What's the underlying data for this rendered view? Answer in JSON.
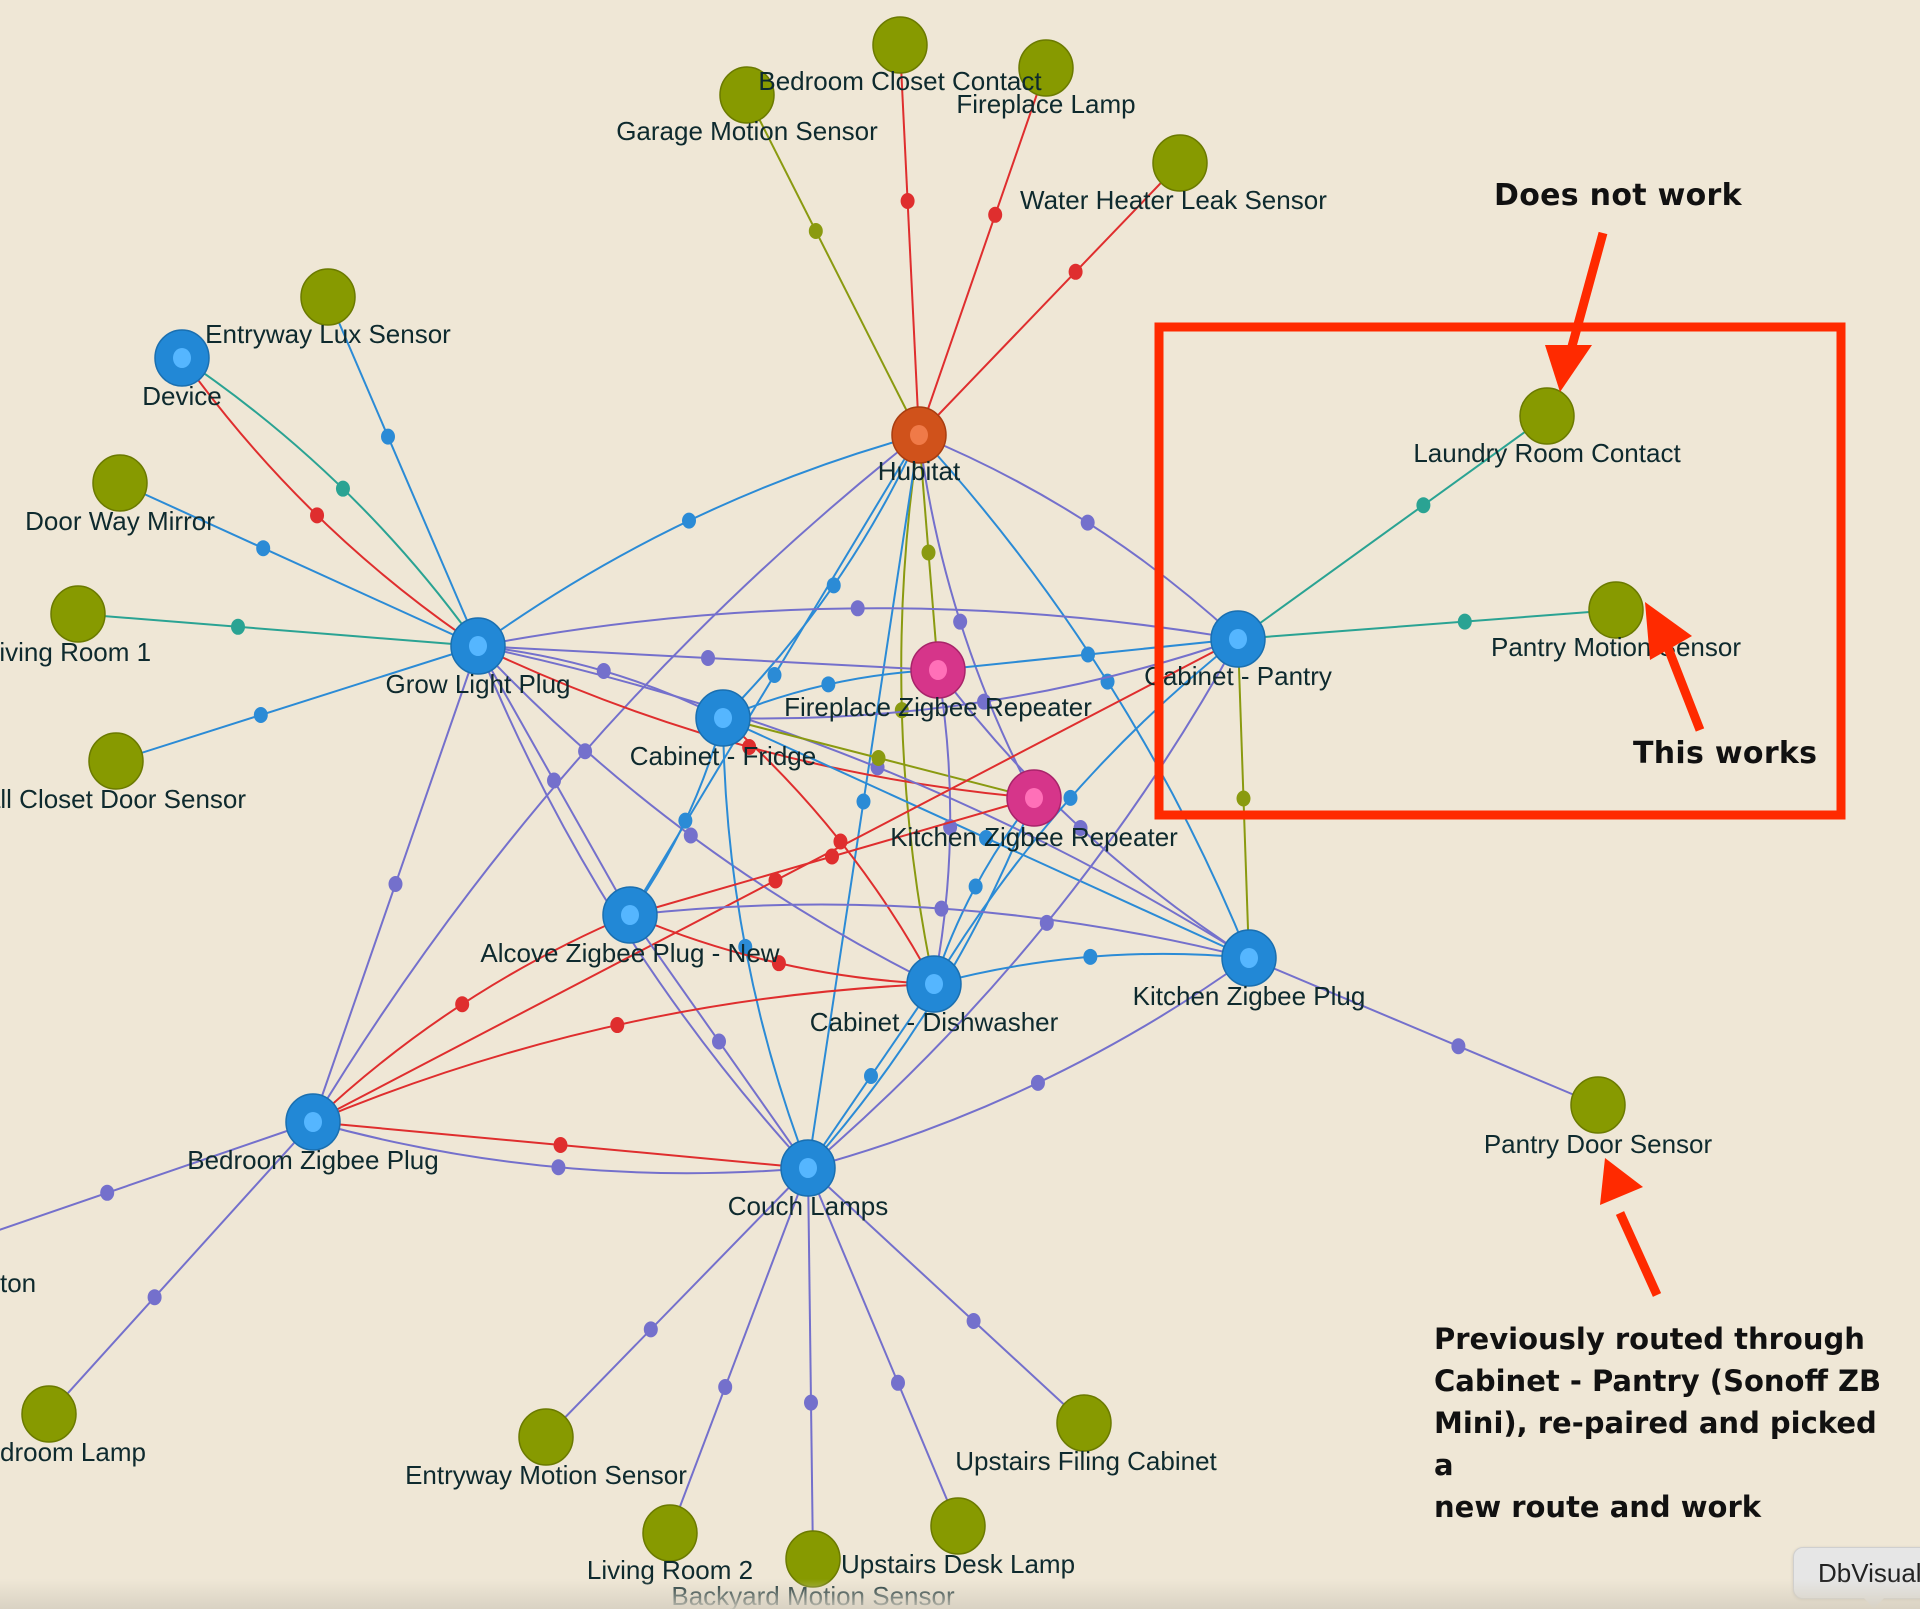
{
  "diagram": {
    "title": "Zigbee mesh route map",
    "colors": {
      "background": "#efe7d6",
      "hub": "#d0521b",
      "hub_inner": "#f07a48",
      "router": "#2288d6",
      "router_inner": "#55b6ff",
      "repeater": "#d6358a",
      "repeater_inner": "#ff70b8",
      "end_device": "#879a00",
      "edge_blue": "#2b8bd6",
      "edge_purple": "#7470cc",
      "edge_red": "#df2e2e",
      "edge_teal": "#2aa393",
      "edge_olive": "#8a9a10",
      "annotation": "#ff2a00"
    },
    "nodes": [
      {
        "id": "hubitat",
        "label": "Hubitat",
        "type": "hub"
      },
      {
        "id": "grow",
        "label": "Grow Light Plug",
        "type": "router"
      },
      {
        "id": "fridge",
        "label": "Cabinet - Fridge",
        "type": "router"
      },
      {
        "id": "fprep",
        "label": "Fireplace Zigbee Repeater",
        "type": "repeater"
      },
      {
        "id": "krep",
        "label": "Kitchen Zigbee Repeater",
        "type": "repeater"
      },
      {
        "id": "pantry",
        "label": "Cabinet - Pantry",
        "type": "router"
      },
      {
        "id": "alcove",
        "label": "Alcove Zigbee Plug - New",
        "type": "router"
      },
      {
        "id": "dish",
        "label": "Cabinet - Dishwasher",
        "type": "router"
      },
      {
        "id": "kplug",
        "label": "Kitchen Zigbee Plug",
        "type": "router"
      },
      {
        "id": "bedplug",
        "label": "Bedroom Zigbee Plug",
        "type": "router"
      },
      {
        "id": "couch",
        "label": "Couch Lamps",
        "type": "router"
      },
      {
        "id": "device",
        "label": "Device",
        "type": "router"
      },
      {
        "id": "garage",
        "label": "Garage Motion Sensor",
        "type": "end"
      },
      {
        "id": "bcloset",
        "label": "Bedroom Closet Contact",
        "type": "end"
      },
      {
        "id": "flamp",
        "label": "Fireplace Lamp",
        "type": "end"
      },
      {
        "id": "wheater",
        "label": "Water Heater Leak Sensor",
        "type": "end"
      },
      {
        "id": "elux",
        "label": "Entryway Lux Sensor",
        "type": "end"
      },
      {
        "id": "dwm",
        "label": "Door Way Mirror",
        "type": "end"
      },
      {
        "id": "lr1",
        "label": "Living Room 1",
        "type": "end"
      },
      {
        "id": "hcloset",
        "label": "all Closet Door Sensor",
        "type": "end"
      },
      {
        "id": "laundry",
        "label": "Laundry Room Contact",
        "type": "end"
      },
      {
        "id": "pmotion",
        "label": "Pantry Motion Sensor",
        "type": "end"
      },
      {
        "id": "pdoor",
        "label": "Pantry Door Sensor",
        "type": "end"
      },
      {
        "id": "button",
        "label": "ton",
        "type": "end"
      },
      {
        "id": "blamp",
        "label": "droom Lamp",
        "type": "end"
      },
      {
        "id": "emotion",
        "label": "Entryway Motion Sensor",
        "type": "end"
      },
      {
        "id": "lr2",
        "label": "Living Room 2",
        "type": "end"
      },
      {
        "id": "backyard",
        "label": "Backyard Motion Sensor",
        "type": "end"
      },
      {
        "id": "udesk",
        "label": "Upstairs Desk Lamp",
        "type": "end"
      },
      {
        "id": "ufiling",
        "label": "Upstairs Filing Cabinet",
        "type": "end"
      }
    ],
    "edges": [
      {
        "from": "hubitat",
        "to": "garage",
        "color": "olive"
      },
      {
        "from": "hubitat",
        "to": "bcloset",
        "color": "red"
      },
      {
        "from": "hubitat",
        "to": "flamp",
        "color": "red"
      },
      {
        "from": "hubitat",
        "to": "wheater",
        "color": "red"
      },
      {
        "from": "grow",
        "to": "elux",
        "color": "blue"
      },
      {
        "from": "grow",
        "to": "device",
        "color": "teal"
      },
      {
        "from": "grow",
        "to": "device",
        "color": "red"
      },
      {
        "from": "grow",
        "to": "dwm",
        "color": "blue"
      },
      {
        "from": "grow",
        "to": "lr1",
        "color": "teal"
      },
      {
        "from": "grow",
        "to": "hcloset",
        "color": "blue"
      },
      {
        "from": "pantry",
        "to": "laundry",
        "color": "teal"
      },
      {
        "from": "pantry",
        "to": "pmotion",
        "color": "teal"
      },
      {
        "from": "kplug",
        "to": "pdoor",
        "color": "purple"
      },
      {
        "from": "bedplug",
        "to": "button",
        "color": "purple"
      },
      {
        "from": "bedplug",
        "to": "blamp",
        "color": "purple"
      },
      {
        "from": "couch",
        "to": "emotion",
        "color": "purple"
      },
      {
        "from": "couch",
        "to": "lr2",
        "color": "purple"
      },
      {
        "from": "couch",
        "to": "backyard",
        "color": "purple"
      },
      {
        "from": "couch",
        "to": "udesk",
        "color": "purple"
      },
      {
        "from": "couch",
        "to": "ufiling",
        "color": "purple"
      },
      {
        "from": "hubitat",
        "to": "grow",
        "color": "blue"
      },
      {
        "from": "hubitat",
        "to": "fridge",
        "color": "blue"
      },
      {
        "from": "hubitat",
        "to": "fprep",
        "color": "olive"
      },
      {
        "from": "hubitat",
        "to": "krep",
        "color": "purple"
      },
      {
        "from": "hubitat",
        "to": "pantry",
        "color": "purple"
      },
      {
        "from": "hubitat",
        "to": "alcove",
        "color": "blue"
      },
      {
        "from": "hubitat",
        "to": "dish",
        "color": "olive"
      },
      {
        "from": "hubitat",
        "to": "kplug",
        "color": "blue"
      },
      {
        "from": "hubitat",
        "to": "couch",
        "color": "blue"
      },
      {
        "from": "hubitat",
        "to": "bedplug",
        "color": "purple"
      },
      {
        "from": "grow",
        "to": "fridge",
        "color": "purple"
      },
      {
        "from": "grow",
        "to": "fprep",
        "color": "purple"
      },
      {
        "from": "grow",
        "to": "krep",
        "color": "red"
      },
      {
        "from": "grow",
        "to": "pantry",
        "color": "purple"
      },
      {
        "from": "grow",
        "to": "alcove",
        "color": "purple"
      },
      {
        "from": "grow",
        "to": "dish",
        "color": "purple"
      },
      {
        "from": "grow",
        "to": "kplug",
        "color": "purple"
      },
      {
        "from": "grow",
        "to": "bedplug",
        "color": "purple"
      },
      {
        "from": "grow",
        "to": "couch",
        "color": "purple"
      },
      {
        "from": "fridge",
        "to": "fprep",
        "color": "blue"
      },
      {
        "from": "fridge",
        "to": "krep",
        "color": "olive"
      },
      {
        "from": "fridge",
        "to": "pantry",
        "color": "purple"
      },
      {
        "from": "fridge",
        "to": "dish",
        "color": "red"
      },
      {
        "from": "fridge",
        "to": "kplug",
        "color": "blue"
      },
      {
        "from": "fridge",
        "to": "couch",
        "color": "blue"
      },
      {
        "from": "fridge",
        "to": "alcove",
        "color": "blue"
      },
      {
        "from": "fprep",
        "to": "pantry",
        "color": "blue"
      },
      {
        "from": "fprep",
        "to": "kplug",
        "color": "purple"
      },
      {
        "from": "fprep",
        "to": "dish",
        "color": "purple"
      },
      {
        "from": "krep",
        "to": "alcove",
        "color": "red"
      },
      {
        "from": "krep",
        "to": "dish",
        "color": "blue"
      },
      {
        "from": "krep",
        "to": "couch",
        "color": "blue"
      },
      {
        "from": "pantry",
        "to": "kplug",
        "color": "olive"
      },
      {
        "from": "pantry",
        "to": "dish",
        "color": "blue"
      },
      {
        "from": "pantry",
        "to": "couch",
        "color": "purple"
      },
      {
        "from": "pantry",
        "to": "bedplug",
        "color": "red"
      },
      {
        "from": "alcove",
        "to": "dish",
        "color": "red"
      },
      {
        "from": "alcove",
        "to": "kplug",
        "color": "purple"
      },
      {
        "from": "alcove",
        "to": "couch",
        "color": "purple"
      },
      {
        "from": "alcove",
        "to": "bedplug",
        "color": "red"
      },
      {
        "from": "dish",
        "to": "kplug",
        "color": "blue"
      },
      {
        "from": "dish",
        "to": "couch",
        "color": "blue"
      },
      {
        "from": "dish",
        "to": "bedplug",
        "color": "red"
      },
      {
        "from": "kplug",
        "to": "couch",
        "color": "purple"
      },
      {
        "from": "bedplug",
        "to": "couch",
        "color": "red"
      },
      {
        "from": "bedplug",
        "to": "couch",
        "color": "purple"
      }
    ]
  },
  "annotations": {
    "does_not_work": "Does not work",
    "this_works": "This works",
    "note_lines": [
      "Previously routed through",
      "Cabinet - Pantry (Sonoff ZB",
      "Mini), re-paired and picked a",
      "new route and work"
    ]
  },
  "tooltip": {
    "label": "DbVisual"
  }
}
